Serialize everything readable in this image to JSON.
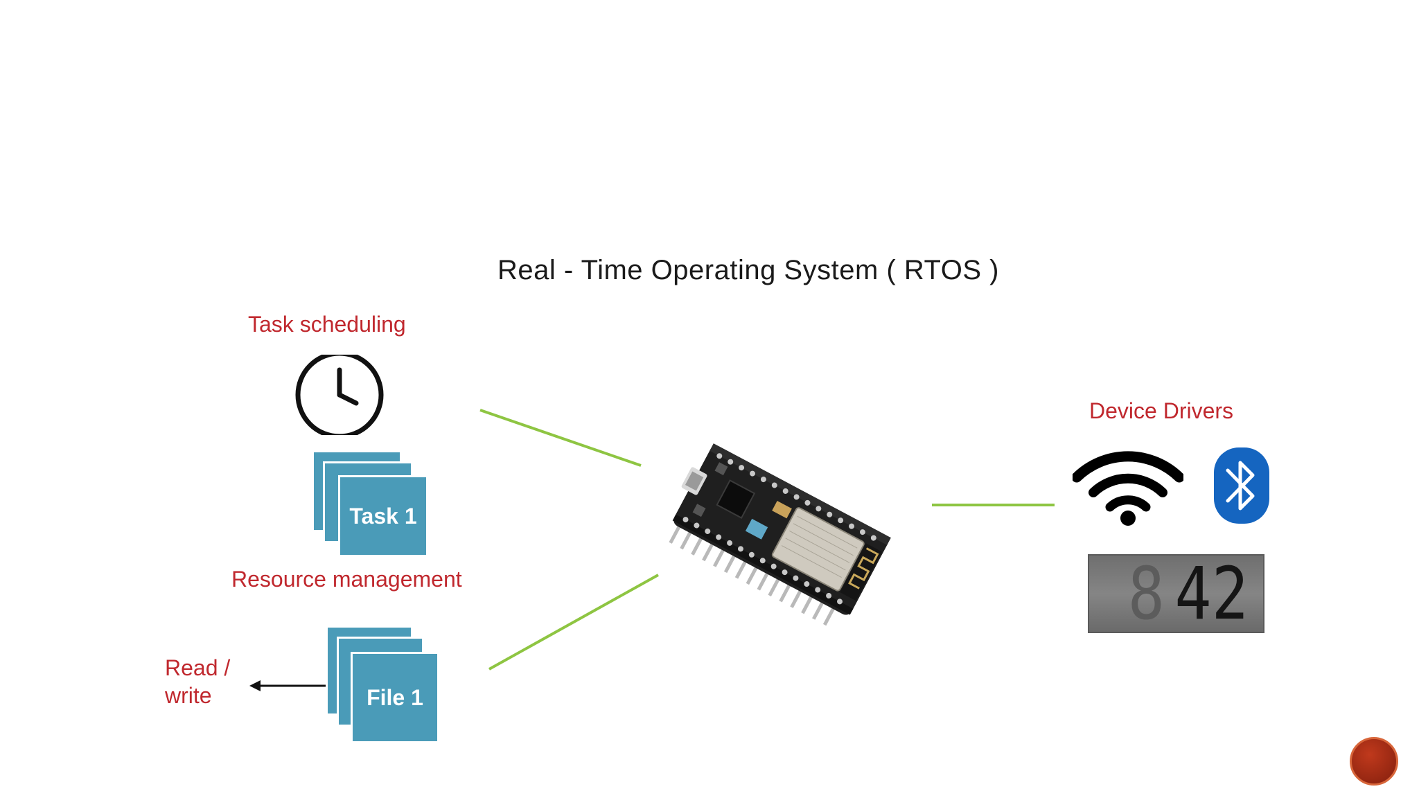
{
  "diagram": {
    "title": "Real - Time Operating System ( RTOS )",
    "labels": {
      "task_scheduling": "Task scheduling",
      "resource_management": "Resource management",
      "read_write_line1": "Read /",
      "read_write_line2": "write",
      "device_drivers": "Device Drivers"
    },
    "cards": {
      "task": "Task 1",
      "file": "File 1"
    },
    "display_digits": "42",
    "icons": [
      "clock-icon",
      "wifi-icon",
      "bluetooth-icon",
      "seven-segment-display",
      "microcontroller-board"
    ],
    "colors": {
      "label_red": "#c0282e",
      "card_blue": "#4a9bb8",
      "connector_green": "#8ec542",
      "bluetooth_blue": "#1565c0"
    }
  }
}
